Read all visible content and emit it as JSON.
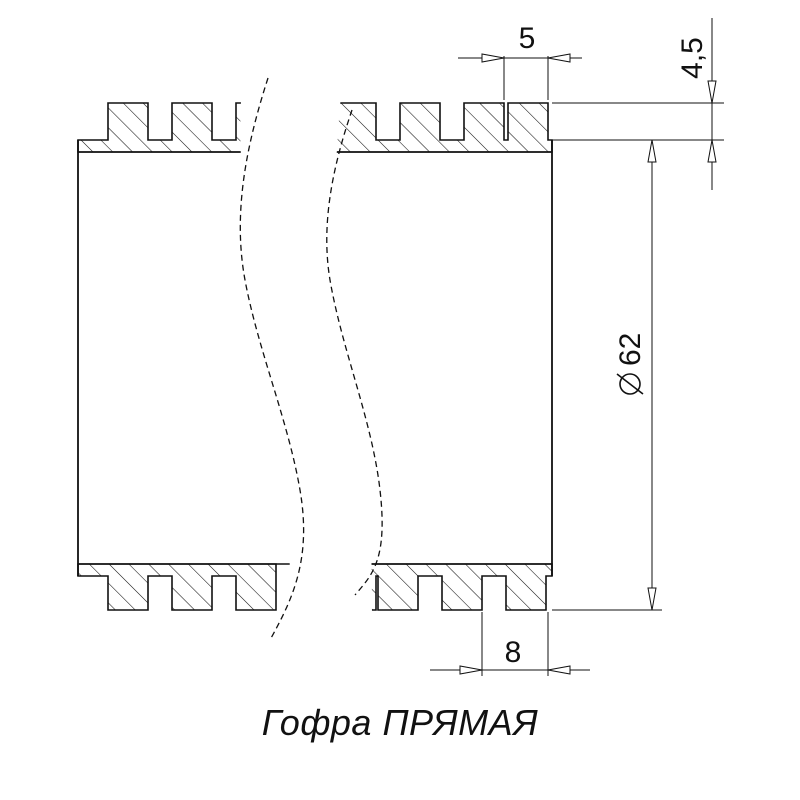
{
  "diagram": {
    "caption": "Гофра ПРЯМАЯ",
    "dimensions": {
      "tooth_width": "5",
      "tooth_height": "4,5",
      "diameter": "62",
      "pitch": "8"
    },
    "colors": {
      "line": "#111111",
      "background": "#ffffff"
    }
  }
}
